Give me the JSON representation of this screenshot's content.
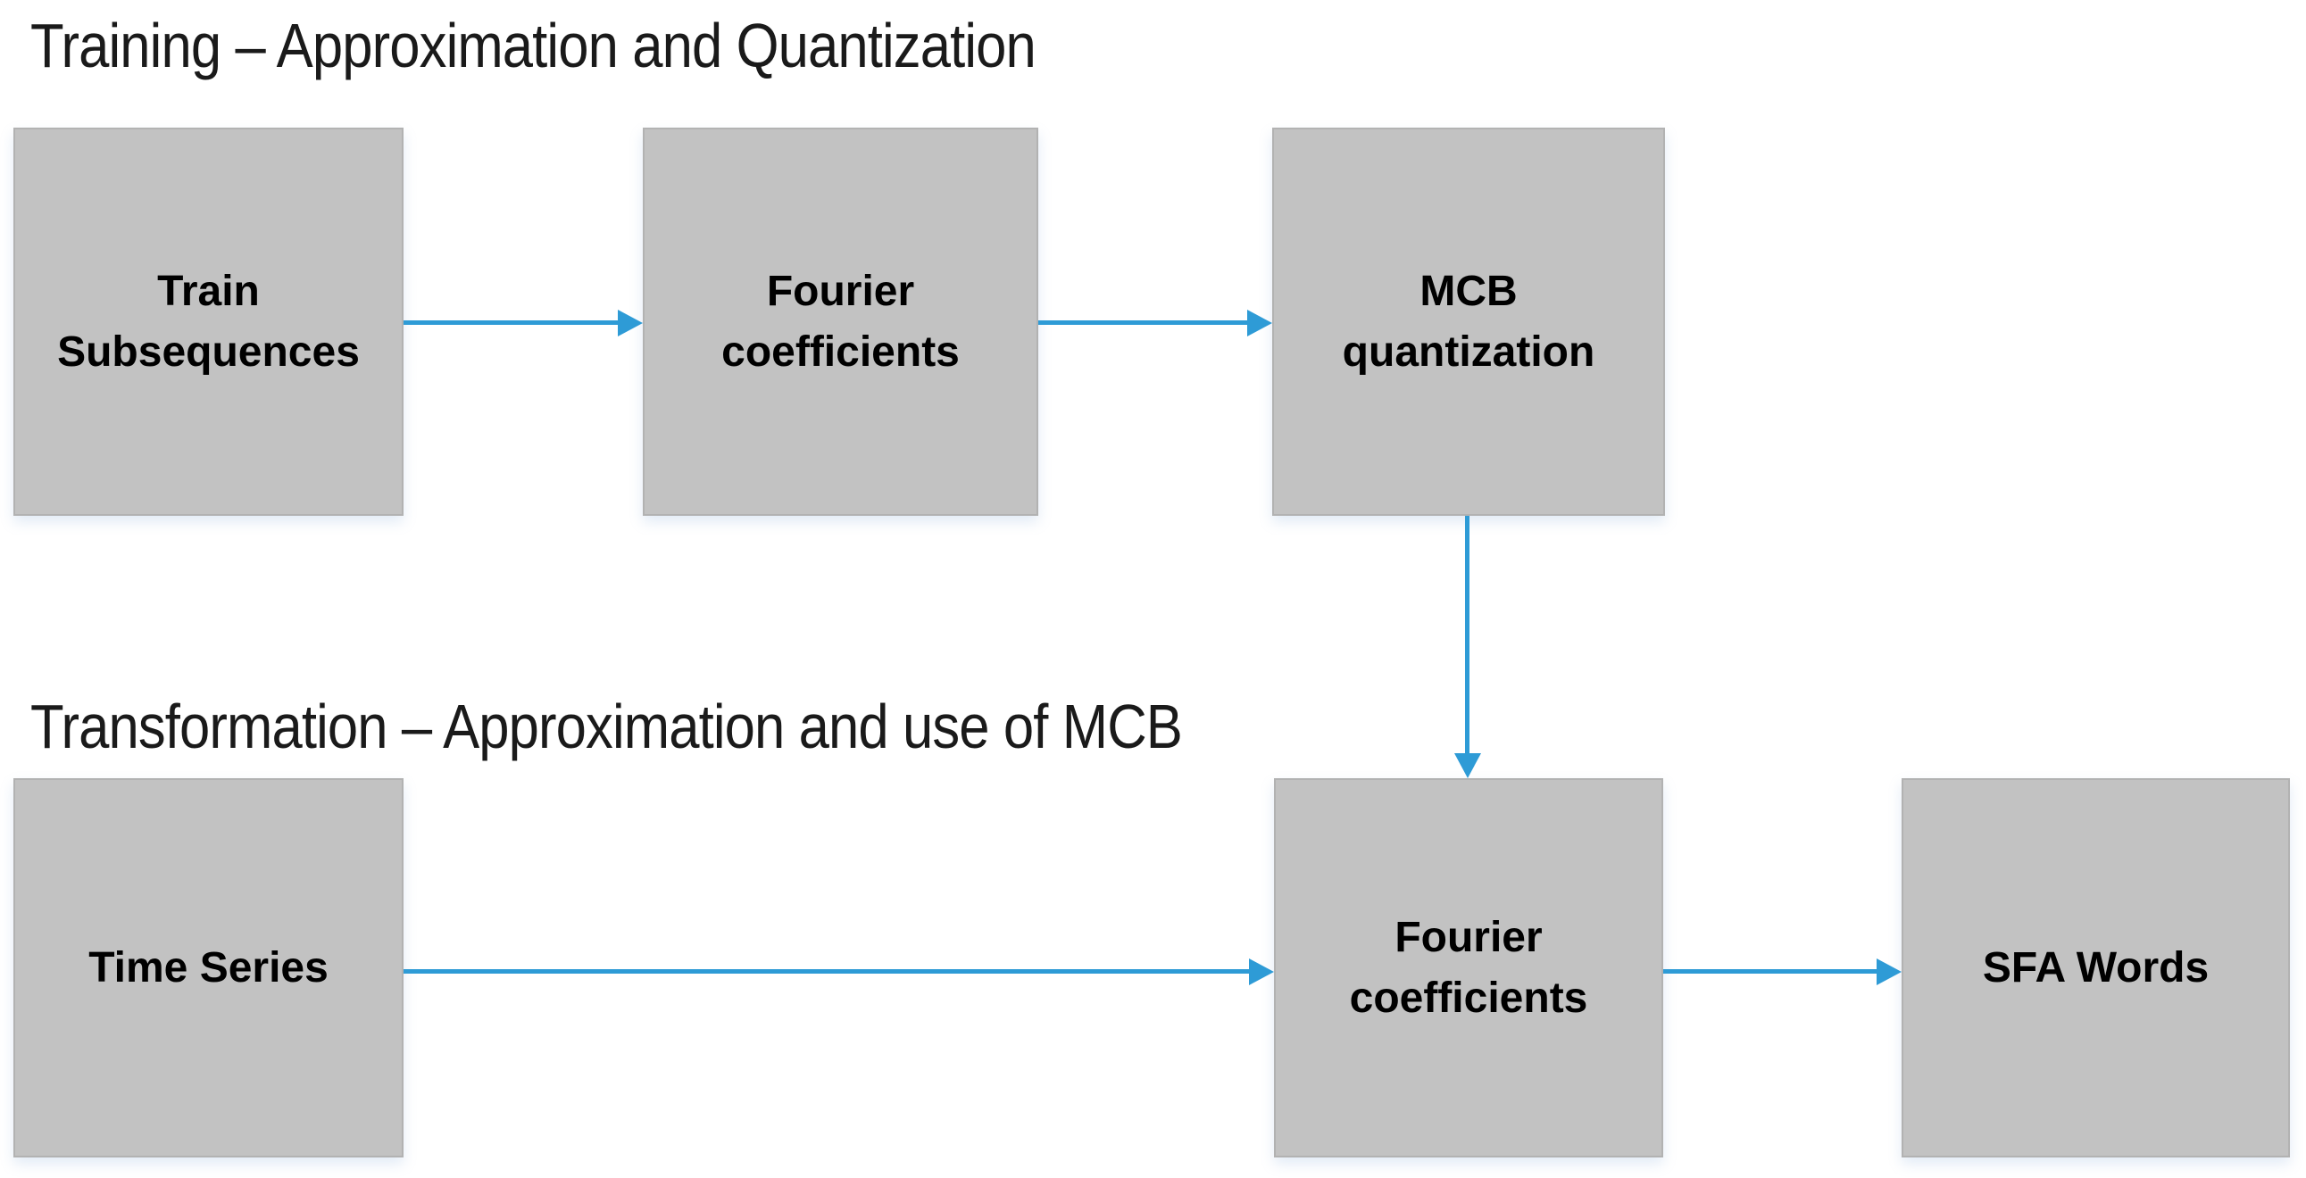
{
  "sections": {
    "training": {
      "title": "Training – Approximation and Quantization"
    },
    "transformation": {
      "title": "Transformation – Approximation and use of MCB"
    }
  },
  "nodes": {
    "train_subsequences": {
      "label": "Train Subsequences"
    },
    "fourier_coefficients_training": {
      "label": "Fourier coefficients"
    },
    "mcb_quantization": {
      "label": "MCB quantization"
    },
    "time_series": {
      "label": "Time Series"
    },
    "fourier_coefficients_transform": {
      "label": "Fourier coefficients"
    },
    "sfa_words": {
      "label": "SFA Words"
    }
  },
  "edges": [
    {
      "from": "Train Subsequences",
      "to": "Fourier coefficients",
      "direction": "right"
    },
    {
      "from": "Fourier coefficients",
      "to": "MCB quantization",
      "direction": "right"
    },
    {
      "from": "MCB quantization",
      "to": "Fourier coefficients",
      "direction": "down"
    },
    {
      "from": "Time Series",
      "to": "Fourier coefficients",
      "direction": "right"
    },
    {
      "from": "Fourier coefficients",
      "to": "SFA Words",
      "direction": "right"
    }
  ],
  "colors": {
    "background": "#ffffff",
    "box_fill": "#c2c2c2",
    "box_border": "#b2b2b2",
    "arrow_color": "#2e9bd6",
    "title_color": "#1a1a1a",
    "label_color": "#000000"
  }
}
